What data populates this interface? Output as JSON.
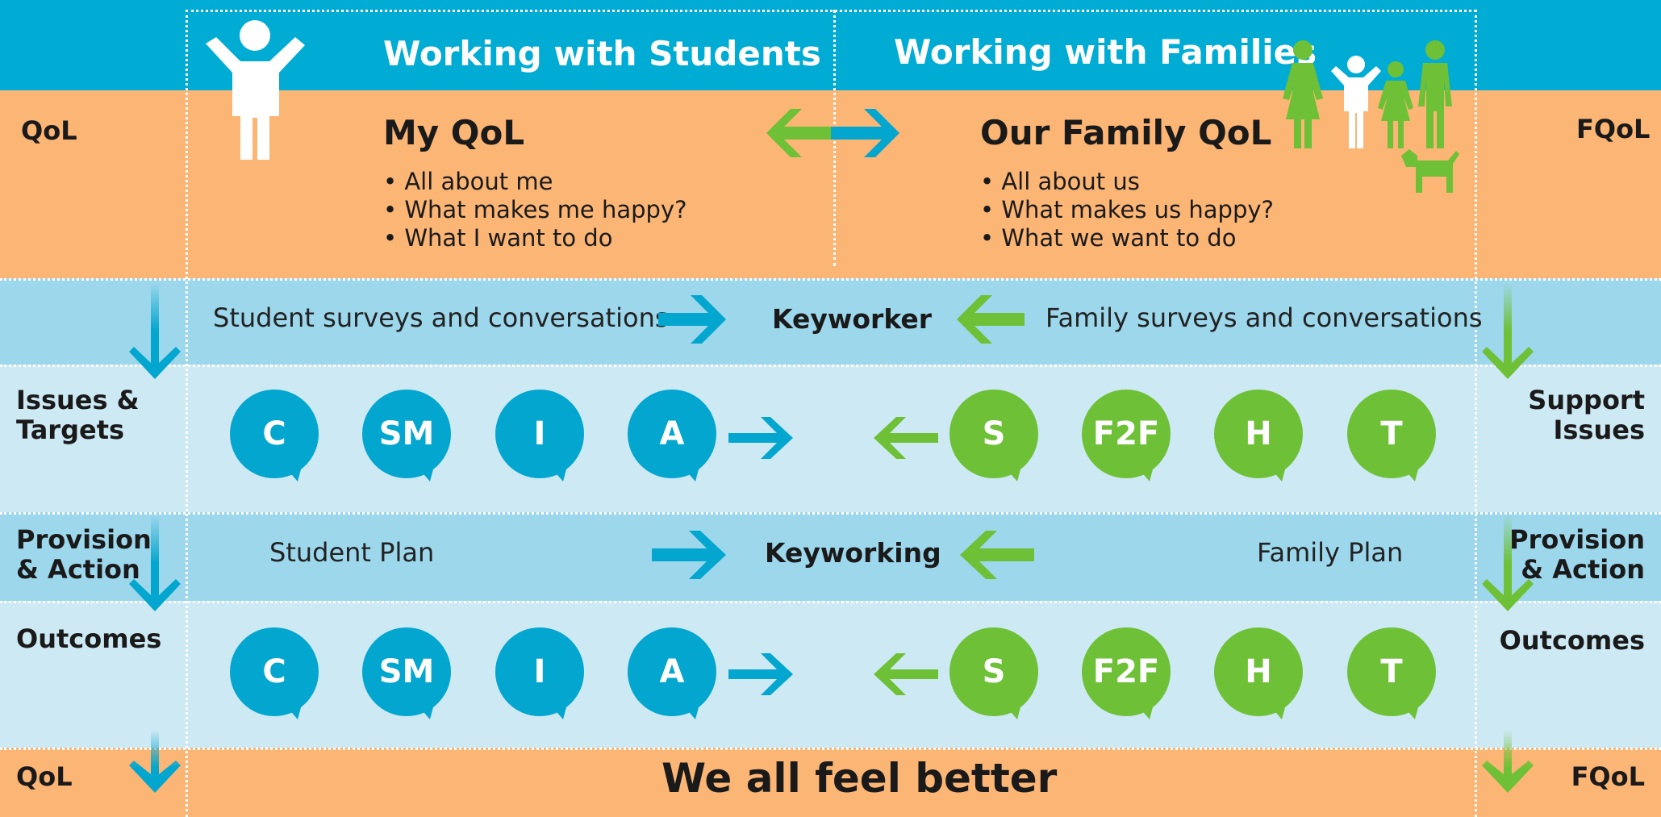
{
  "colors": {
    "blue": "#00acd4",
    "orange": "#fbb575",
    "light_blue": "#9dd7ec",
    "pale_blue": "#cde9f4",
    "bubble_blue": "#03a6cf",
    "green": "#6ec137",
    "white": "#ffffff"
  },
  "header": {
    "students_title": "Working with Students",
    "families_title": "Working with Families"
  },
  "qol_row": {
    "left_label": "QoL",
    "right_label": "FQoL",
    "student": {
      "title": "My QoL",
      "bullets": [
        "• All about me",
        "• What makes me happy?",
        "• What I want to do"
      ]
    },
    "family": {
      "title": "Our Family QoL",
      "bullets": [
        "• All about us",
        "• What makes us happy?",
        "• What we want to do"
      ]
    }
  },
  "survey_row": {
    "student_text": "Student surveys and conversations",
    "center": "Keyworker",
    "family_text": "Family surveys and conversations"
  },
  "issues_row": {
    "left_label_1": "Issues &",
    "left_label_2": "Targets",
    "right_label_1": "Support",
    "right_label_2": "Issues",
    "student_bubbles": [
      "C",
      "SM",
      "I",
      "A"
    ],
    "family_bubbles": [
      "S",
      "F2F",
      "H",
      "T"
    ]
  },
  "provision_row": {
    "left_label_1": "Provision",
    "left_label_2": "& Action",
    "right_label_1": "Provision",
    "right_label_2": "& Action",
    "student_text": "Student Plan",
    "center": "Keyworking",
    "family_text": "Family Plan"
  },
  "outcomes_row": {
    "left_label": "Outcomes",
    "right_label": "Outcomes",
    "student_bubbles": [
      "C",
      "SM",
      "I",
      "A"
    ],
    "family_bubbles": [
      "S",
      "F2F",
      "H",
      "T"
    ]
  },
  "footer": {
    "left_label": "QoL",
    "center": "We all feel better",
    "right_label": "FQoL"
  },
  "icons": [
    "person-raised-arms-icon",
    "family-icon",
    "dog-icon",
    "double-arrow-icon",
    "arrow-right-icon",
    "arrow-left-icon",
    "arrow-down-icon"
  ]
}
